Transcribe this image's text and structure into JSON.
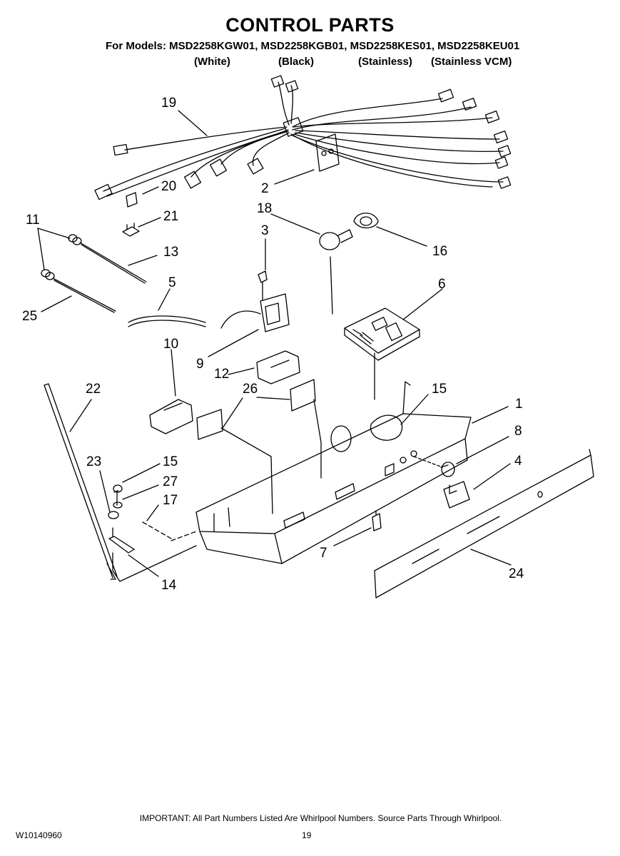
{
  "header": {
    "title": "CONTROL PARTS",
    "models": "For Models: MSD2258KGW01, MSD2258KGB01, MSD2258KES01, MSD2258KEU01",
    "variants": [
      "(White)",
      "(Black)",
      "(Stainless)",
      "(Stainless VCM)"
    ]
  },
  "callouts": [
    "19",
    "20",
    "2",
    "18",
    "3",
    "16",
    "21",
    "11",
    "13",
    "5",
    "6",
    "25",
    "10",
    "9",
    "12",
    "22",
    "26",
    "15",
    "1",
    "8",
    "23",
    "15",
    "27",
    "4",
    "17",
    "14",
    "7",
    "24"
  ],
  "footer": {
    "note": "IMPORTANT: All Part Numbers Listed Are Whirlpool Numbers. Source Parts Through Whirlpool.",
    "doc_number": "W10140960",
    "page_number": "19"
  }
}
